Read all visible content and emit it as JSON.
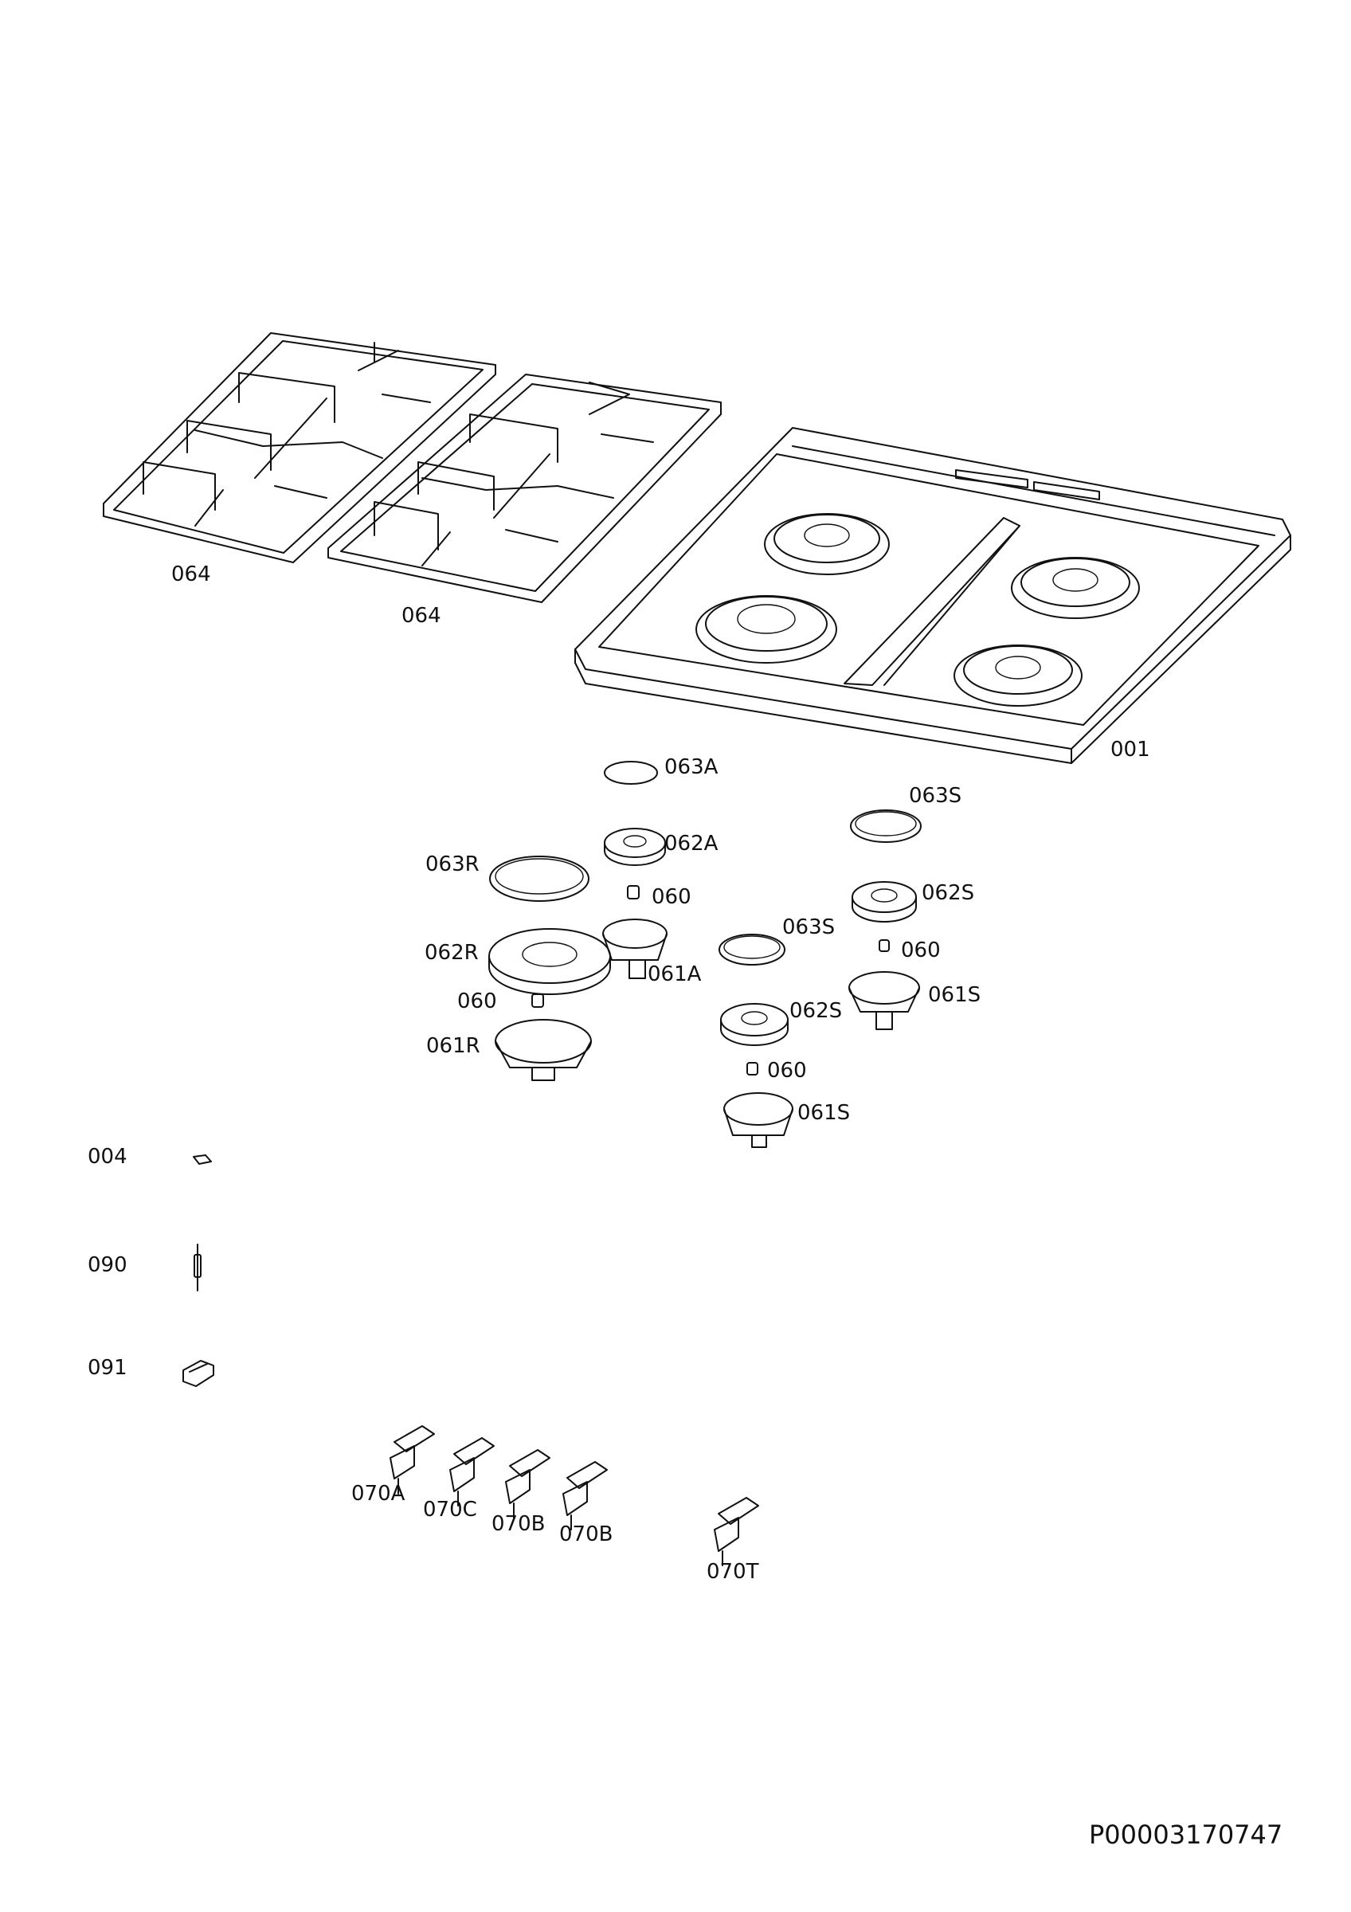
{
  "document_number": "P00003170747",
  "labels": {
    "l064a": "064",
    "l064b": "064",
    "l001": "001",
    "l063A": "063A",
    "l063S_top": "063S",
    "l062A": "062A",
    "l063R": "063R",
    "l060_a": "060",
    "l062S_right": "062S",
    "l062R": "062R",
    "l063S_mid": "063S",
    "l061A": "061A",
    "l060_b": "060",
    "l061S_right": "061S",
    "l060_c": "060",
    "l062S_mid": "062S",
    "l061R": "061R",
    "l060_d": "060",
    "l061S_bottom": "061S",
    "l004": "004",
    "l090": "090",
    "l091": "091",
    "l070A": "070A",
    "l070C": "070C",
    "l070B_a": "070B",
    "l070B_b": "070B",
    "l070T": "070T"
  }
}
